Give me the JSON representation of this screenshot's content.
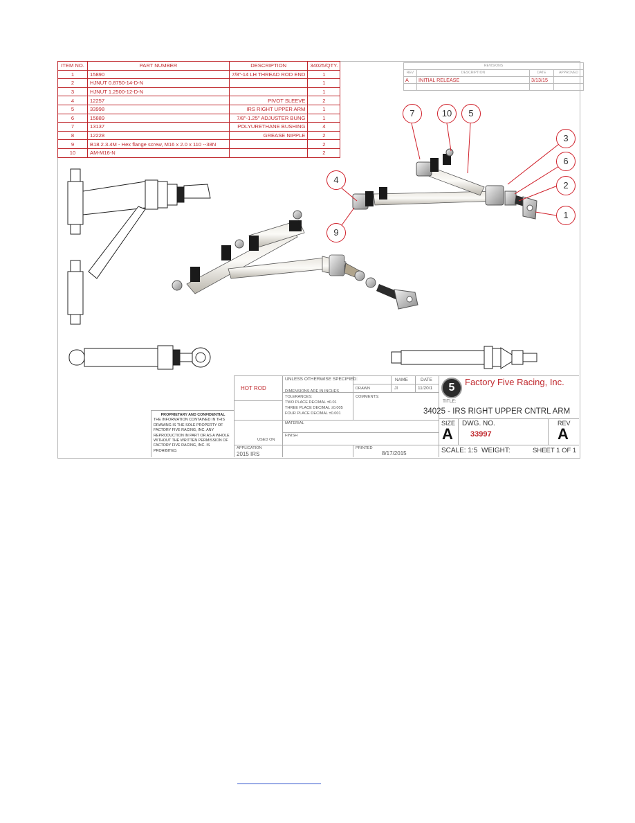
{
  "bom": {
    "headers": [
      "ITEM NO.",
      "PART NUMBER",
      "DESCRIPTION",
      "34025/QTY."
    ],
    "rows": [
      {
        "item": "1",
        "part": "15890",
        "desc": "7/8\"-14 LH THREAD ROD END",
        "qty": "1"
      },
      {
        "item": "2",
        "part": "HJNUT 0.8750-14-D-N",
        "desc": "",
        "qty": "1"
      },
      {
        "item": "3",
        "part": "HJNUT 1.2500-12-D-N",
        "desc": "",
        "qty": "1"
      },
      {
        "item": "4",
        "part": "12257",
        "desc": "PIVOT SLEEVE",
        "qty": "2"
      },
      {
        "item": "5",
        "part": "33998",
        "desc": "IRS RIGHT UPPER ARM",
        "qty": "1"
      },
      {
        "item": "6",
        "part": "15889",
        "desc": "7/8\"-1.25\" ADJUSTER BUNG",
        "qty": "1"
      },
      {
        "item": "7",
        "part": "13137",
        "desc": "POLYURETHANE BUSHING",
        "qty": "4"
      },
      {
        "item": "8",
        "part": "12228",
        "desc": "GREASE NIPPLE",
        "qty": "2"
      },
      {
        "item": "9",
        "part": "B18.2.3.4M - Hex flange screw, M16 x 2.0 x 110 --38N",
        "desc": "",
        "qty": "2"
      },
      {
        "item": "10",
        "part": "AM-M16-N",
        "desc": "",
        "qty": "2"
      }
    ]
  },
  "revisions": {
    "title": "REVISIONS",
    "headers": [
      "REV",
      "DESCRIPTION",
      "DATE",
      "APPROVED"
    ],
    "rows": [
      {
        "rev": "A",
        "desc": "INITIAL RELEASE",
        "date": "3/13/15",
        "approved": ""
      }
    ]
  },
  "balloons": [
    "7",
    "10",
    "5",
    "3",
    "6",
    "2",
    "1",
    "4",
    "9"
  ],
  "title_block": {
    "hot_rod": "HOT ROD",
    "unless": "UNLESS OTHERWISE SPECIFIED:",
    "name_hdr": "NAME",
    "date_hdr": "DATE",
    "drawn_lbl": "DRAWN",
    "drawn_name": "JI",
    "drawn_date": "11/20/1",
    "comments": "COMMENTS:",
    "dims": "DIMENSIONS ARE IN INCHES",
    "tol": "TOLERANCES:",
    "tol1": "TWO PLACE DECIMAL    ±0.01",
    "tol2": "THREE PLACE DECIMAL  ±0.005",
    "tol3": "FOUR PLACE DECIMAL  ±0.001",
    "material": "MATERIAL",
    "finish": "FINISH",
    "used_on": "USED ON",
    "application_lbl": "APPLICATION",
    "application": "2015 IRS",
    "printed_lbl": "PRINTED",
    "printed": "8/17/2015",
    "company": "Factory Five Racing, Inc.",
    "logo_num": "5",
    "title_lbl": "TITLE:",
    "title": "34025 - IRS RIGHT UPPER CNTRL ARM",
    "size_lbl": "SIZE",
    "size": "A",
    "dwg_lbl": "DWG. NO.",
    "dwg": "33997",
    "rev_lbl": "REV",
    "rev": "A",
    "scale": "SCALE: 1:5",
    "weight": "WEIGHT:",
    "sheet": "SHEET 1 OF 1",
    "prop_title": "PROPRIETARY AND CONFIDENTIAL",
    "prop_text": "THE INFORMATION CONTAINED IN THIS DRAWING IS THE SOLE PROPERTY OF FACTORY FIVE RACING, INC. ANY REPRODUCTION IN PART OR AS A WHOLE WITHOUT THE WRITTEN PERMISSION OF FACTORY FIVE RACING, INC. IS PROHIBITED."
  },
  "colors": {
    "accent": "#c0282d",
    "line": "#aaaaaa",
    "link": "#3355cc"
  }
}
